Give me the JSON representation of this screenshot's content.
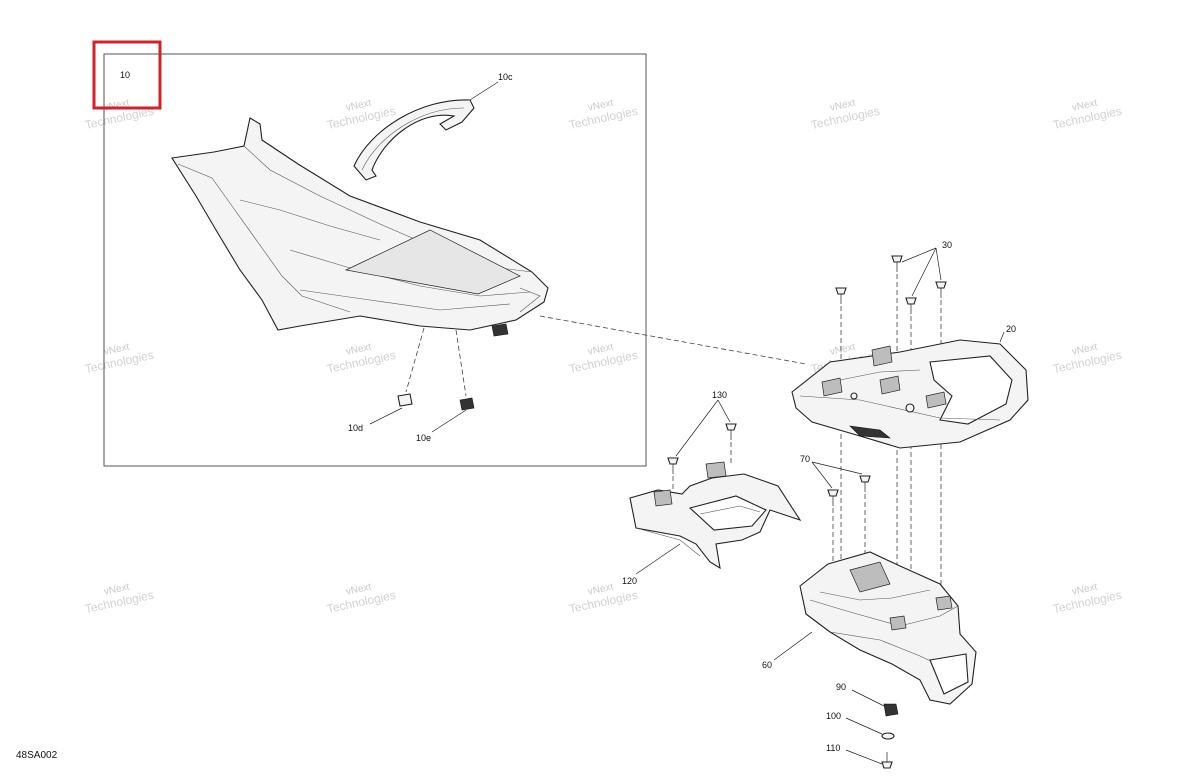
{
  "diagram_code": "48SA002",
  "watermark": [
    "vNext",
    "Technologies"
  ],
  "callouts": {
    "group_10": "10",
    "strap": "10c",
    "clip_left": "10d",
    "clip_right": "10e",
    "screws_top": "30",
    "handle": "20",
    "screws_mid": "130",
    "screws_right": "70",
    "bracket": "120",
    "base": "60",
    "nut": "90",
    "washer": "100",
    "bolt": "110"
  },
  "highlight_color": "#d42027"
}
